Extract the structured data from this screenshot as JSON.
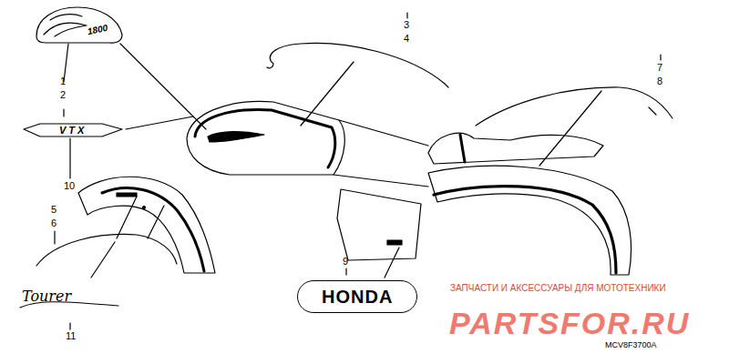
{
  "diagram": {
    "nodes": [
      {
        "text": [
          "VTX"
        ]
      },
      {
        "text": [
          "HONDA"
        ]
      }
    ],
    "labels": [
      "1",
      "2",
      "3",
      "4",
      "7",
      "8",
      "5",
      "6",
      "10",
      "9",
      "11",
      "1800",
      "Tourer",
      "ЗАПЧАСТИ И АКСЕССУАРЫ ДЛЯ МОТОТЕХНИКИ",
      "PARTSFOR.RU",
      "MCV8F3700A"
    ]
  }
}
